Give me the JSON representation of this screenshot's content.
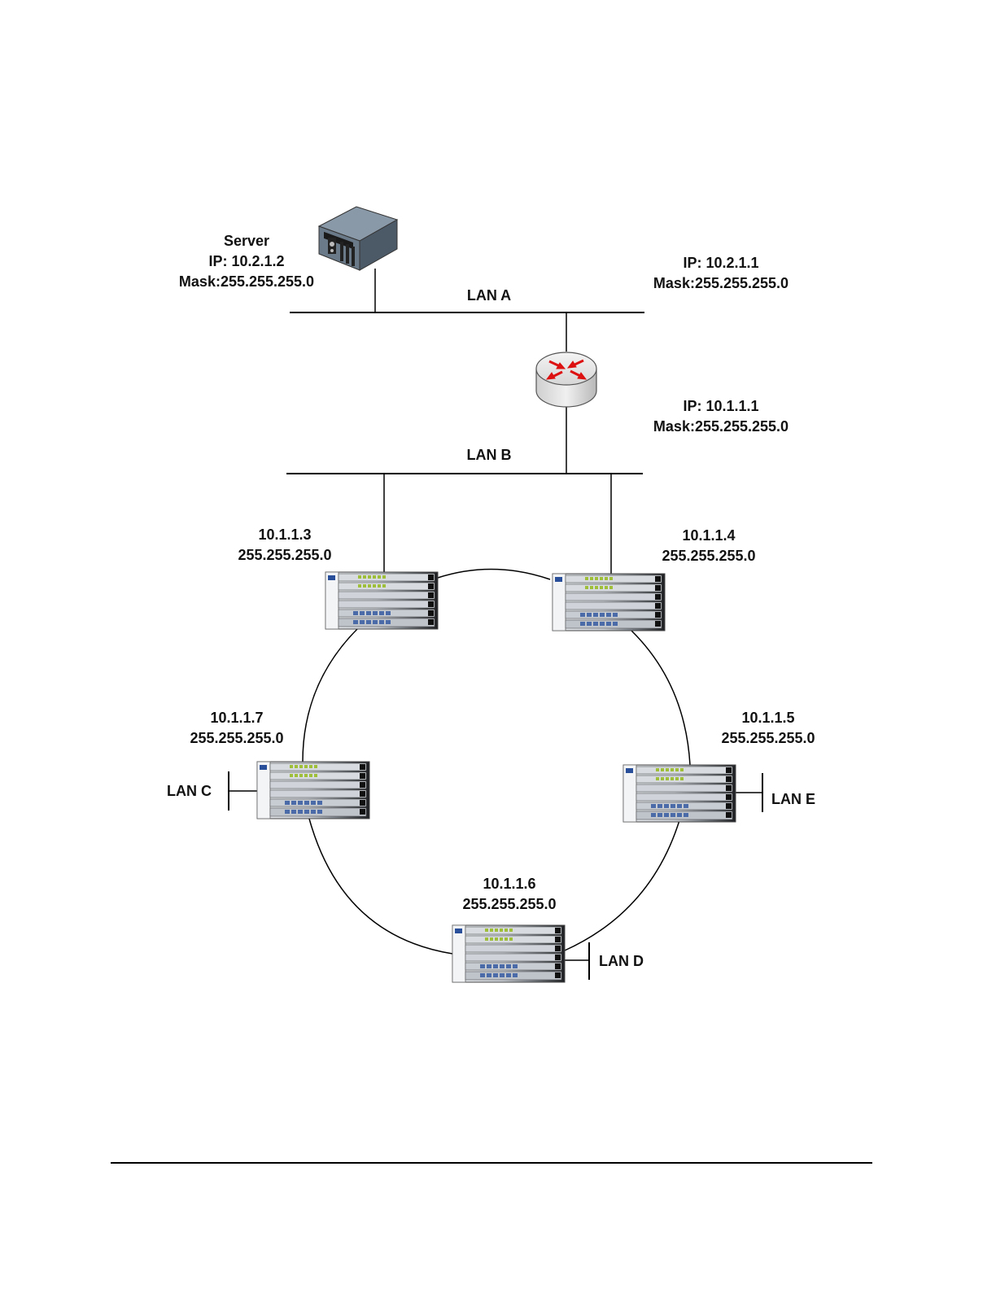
{
  "server": {
    "name": "Server",
    "ip": "IP: 10.2.1.2",
    "mask": "Mask:255.255.255.0"
  },
  "router": {
    "lan_a_side": {
      "ip": "IP: 10.2.1.1",
      "mask": "Mask:255.255.255.0"
    },
    "lan_b_side": {
      "ip": "IP: 10.1.1.1",
      "mask": "Mask:255.255.255.0"
    }
  },
  "lans": {
    "a": "LAN A",
    "b": "LAN B",
    "c": "LAN C",
    "d": "LAN D",
    "e": "LAN E"
  },
  "switches": [
    {
      "ip": "10.1.1.3",
      "mask": "255.255.255.0"
    },
    {
      "ip": "10.1.1.4",
      "mask": "255.255.255.0"
    },
    {
      "ip": "10.1.1.5",
      "mask": "255.255.255.0"
    },
    {
      "ip": "10.1.1.6",
      "mask": "255.255.255.0"
    },
    {
      "ip": "10.1.1.7",
      "mask": "255.255.255.0"
    }
  ],
  "icons": {
    "server": "server-icon",
    "router": "router-icon",
    "switch": "chassis-switch-icon"
  },
  "colors": {
    "line": "#000000",
    "router_arrows": "#dd1111",
    "server_body": "#5a6a7a"
  }
}
